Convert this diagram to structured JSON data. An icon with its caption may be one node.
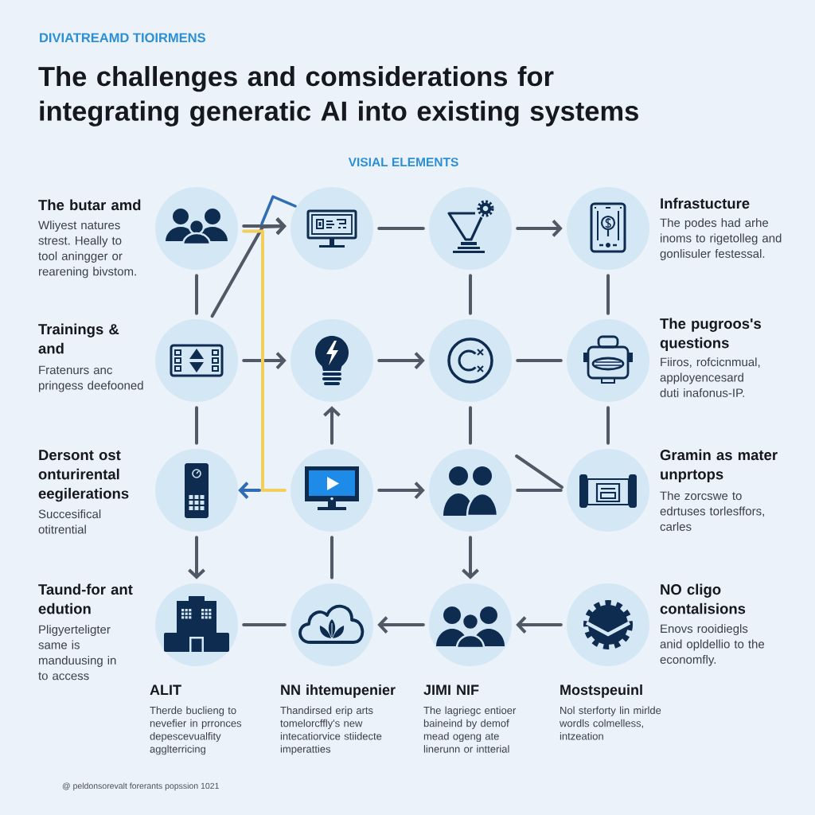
{
  "diagram": {
    "title": "The challenges and comsiderations for integrating generatic AI into existing systems",
    "nodes": [
      {
        "text": [],
        "shape": "circle",
        "beside": [
          "The butar amd",
          "Wliyest natures strest. Heally to tool aningger or rearening bivstom."
        ]
      },
      {
        "text": [],
        "shape": "circle"
      },
      {
        "text": [],
        "shape": "circle"
      },
      {
        "text": [],
        "shape": "circle",
        "beside": [
          "Infrastucture",
          "The podes had arhe inoms to rigetolleg and gonlisuler festessal."
        ]
      },
      {
        "text": [],
        "shape": "circle",
        "beside": [
          "Trainings & and",
          "Fratenurs anc pringess deefooned"
        ]
      },
      {
        "text": [],
        "shape": "circle"
      },
      {
        "text": [],
        "shape": "circle"
      },
      {
        "text": [],
        "shape": "circle",
        "beside": [
          "The pugroos's questions",
          "Fiiros, rofcicnmual, apployencesard duti inafonus-IP."
        ]
      },
      {
        "text": [],
        "shape": "circle",
        "beside": [
          "Dersont ost onturirental eegilerations",
          "Succesifical otitrential"
        ]
      },
      {
        "text": [],
        "shape": "circle"
      },
      {
        "text": [],
        "shape": "circle"
      },
      {
        "text": [],
        "shape": "circle",
        "beside": [
          "Gramin as mater unprtops",
          "The zorcswe to edrtuses torlesffors, carles"
        ]
      },
      {
        "text": [],
        "shape": "circle",
        "beside": [
          "Taund-for ant edution",
          "Pligyerteligter same is manduusing in to access",
          "ALIT",
          "Therde buclieng to nevefier in prronces depescevualfity agglterricing"
        ]
      },
      {
        "text": [],
        "shape": "circle",
        "beside": [
          "NN ihtemupenier",
          "Thandirsed erip arts tomelorcffly's new intecatiorvice stiidecte imperatties"
        ]
      },
      {
        "text": [],
        "shape": "circle",
        "beside": [
          "JIMI NIF",
          "The lagriegc entioer baineind by demof mead ogeng ate linerunn or intterial"
        ]
      },
      {
        "text": [],
        "shape": "circle",
        "beside": [
          "NO cligo contalisions",
          "Enovs rooidiegls anid opldellio to the economfly.",
          "Mostspeuinl",
          "Nol sterforty lin mirlde wordls colmelless, intzeation"
        ]
      }
    ],
    "edges": [
      {
        "from": 0,
        "to": 1,
        "arrow": "to"
      },
      {
        "from": 4,
        "to": 1,
        "arrow": "to"
      },
      {
        "from": 1,
        "to": 2,
        "arrow": "none"
      },
      {
        "from": 2,
        "to": 3,
        "arrow": "to"
      },
      {
        "from": 0,
        "to": 4,
        "arrow": "none"
      },
      {
        "from": 2,
        "to": 6,
        "arrow": "none"
      },
      {
        "from": 3,
        "to": 7,
        "arrow": "none"
      },
      {
        "from": 4,
        "to": 5,
        "arrow": "to"
      },
      {
        "from": 5,
        "to": 6,
        "arrow": "to"
      },
      {
        "from": 6,
        "to": 7,
        "arrow": "none"
      },
      {
        "from": 4,
        "to": 8,
        "arrow": "none"
      },
      {
        "from": 9,
        "to": 5,
        "arrow": "to"
      },
      {
        "from": 6,
        "to": 10,
        "arrow": "none"
      },
      {
        "from": 7,
        "to": 11,
        "arrow": "none"
      },
      {
        "from": 9,
        "to": 10,
        "arrow": "to"
      },
      {
        "from": 10,
        "to": 11,
        "arrow": "none"
      },
      {
        "from": 8,
        "to": 12,
        "arrow": "to"
      },
      {
        "from": 9,
        "to": 13,
        "arrow": "none"
      },
      {
        "from": 10,
        "to": 14,
        "arrow": "to"
      },
      {
        "from": 12,
        "to": 13,
        "arrow": "none"
      },
      {
        "from": 14,
        "to": 13,
        "arrow": "to"
      },
      {
        "from": 15,
        "to": 14,
        "arrow": "to"
      },
      {
        "from": 0,
        "to": 9,
        "arrow": "none",
        "color": "#f2cf5b"
      },
      {
        "from": null,
        "to": 8,
        "arrow": "to",
        "color": "#2f6db5"
      },
      {
        "from": null,
        "to": 11,
        "arrow": "none"
      }
    ],
    "labels": [
      "DIVIATREAMD TIOIRMENS",
      "VISIAL ELEMENTS",
      "@ peldonsorevalt forerants popssion 1021"
    ]
  }
}
